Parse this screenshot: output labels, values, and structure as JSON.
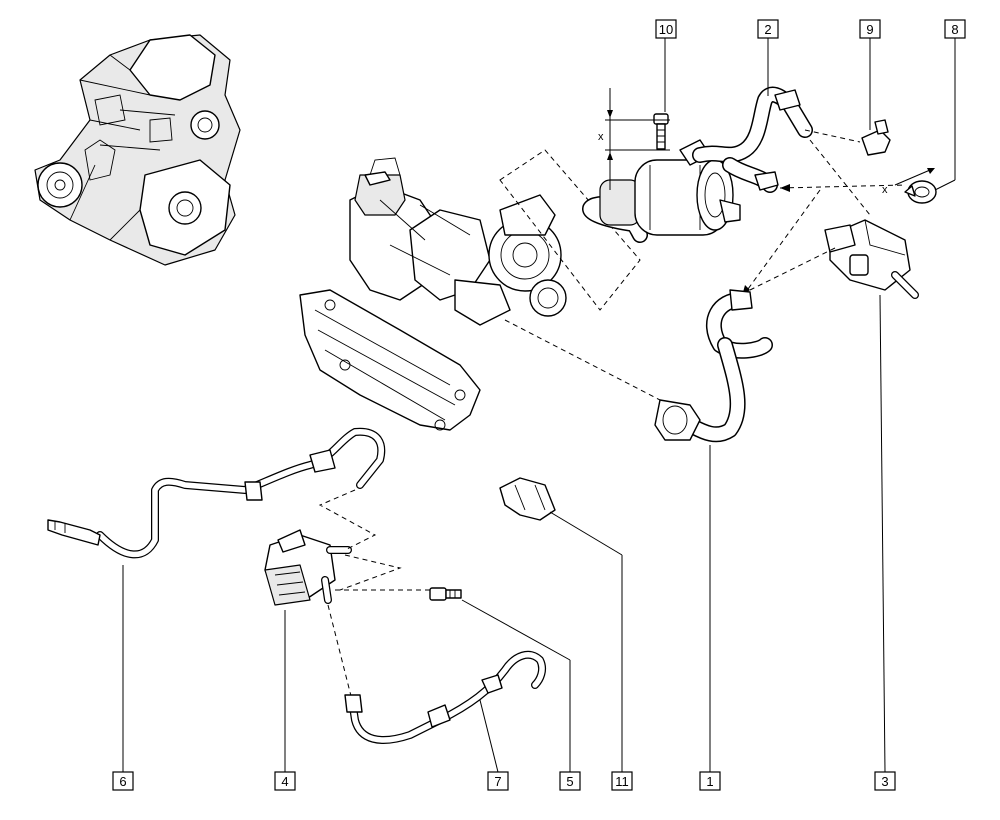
{
  "callouts": [
    {
      "id": "10",
      "label": "10"
    },
    {
      "id": "2",
      "label": "2"
    },
    {
      "id": "9",
      "label": "9"
    },
    {
      "id": "8",
      "label": "8"
    },
    {
      "id": "6",
      "label": "6"
    },
    {
      "id": "4",
      "label": "4"
    },
    {
      "id": "7",
      "label": "7"
    },
    {
      "id": "5",
      "label": "5"
    },
    {
      "id": "11",
      "label": "11"
    },
    {
      "id": "1",
      "label": "1"
    },
    {
      "id": "3",
      "label": "3"
    }
  ],
  "dimensions": {
    "x_left": "x",
    "x_right": "x"
  }
}
